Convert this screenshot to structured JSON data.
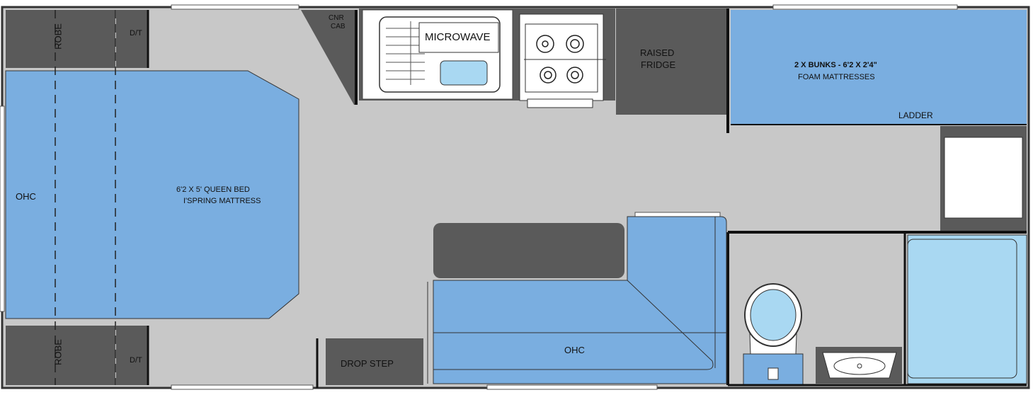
{
  "labels": {
    "robe_top": "ROBE",
    "robe_bottom": "ROBE",
    "dt_top": "D/T",
    "dt_bottom": "D/T",
    "ohc_left": "OHC",
    "queen_bed_line1": "6'2 X 5' QUEEN BED",
    "queen_bed_line2": "I'SPRING MATTRESS",
    "cnr_cab_line1": "CNR",
    "cnr_cab_line2": "CAB",
    "microwave": "MICROWAVE",
    "raised_fridge_line1": "RAISED",
    "raised_fridge_line2": "FRIDGE",
    "bunks_line1": "2 X BUNKS - 6'2 X 2'4\"",
    "bunks_line2": "FOAM MATTRESSES",
    "ladder": "LADDER",
    "ohc_dinette": "OHC",
    "drop_step": "DROP STEP"
  },
  "colors": {
    "floor": "#c8c8c8",
    "blue_furniture": "#7aaee0",
    "light_blue": "#a9d8f2",
    "dark_grey": "#5a5a5a",
    "white": "#ffffff",
    "wall": "#111111"
  }
}
